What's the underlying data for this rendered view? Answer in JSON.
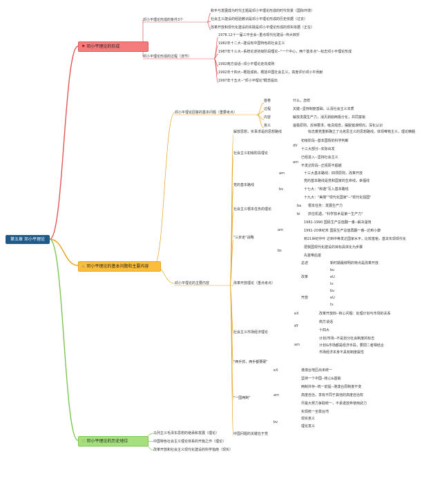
{
  "root": "第五章 邓小平理论",
  "branches": [
    {
      "title": "邓小平理论的形成",
      "icon": "flag-icon",
      "color": "#e05555",
      "items": [
        {
          "label": "邓小平理论形成的条件3个",
          "children": [
            "和平与发展成为时代主题是邓小平理论形成的时代背景（国际环境）",
            "社会主义建设的经验教训是邓小平理论形成的历史依据（过去）",
            "改革开放和现代化建设的实践是邓小平理论形成的现实依据（正在）"
          ]
        },
        {
          "label": "邓小平理论形成的过程（流节）",
          "children": [
            "1978.12十一届三中全会--重点现代化建设--伟大转折",
            "1982年十二大--建设有中国特色的社会主义",
            "1987年十三大--系统论述初级阶段理论--\"一个中心，两个基本点\"--标志邓小平理论形成",
            "1992南方谈话--邓小平理论走向成熟",
            "1992年十四大--概括成就，概括中国社会主义，高度评价邓小平贡献",
            "1997年十五大--\"邓小平理论\"概念提出"
          ]
        }
      ]
    },
    {
      "title": "邓小平理论的基本问题和主要内容",
      "icon": "fire-icon",
      "color": "#e5a21c",
      "items": [
        {
          "label": "邓小平理论回答的基本问题（重要考点）",
          "children": [
            {
              "k": "首卷",
              "v": "什么，怎样"
            },
            {
              "k": "过程",
              "v": "关键--坚持制度基础，认清社会主义本质"
            },
            {
              "k": "内容",
              "v": "解放发展生产力，消灭剥削两极分化，共同富裕"
            },
            {
              "k": "意义",
              "v": "邊极原则，反映要求，吸清观念，摆脱错误倾向，深化认识"
            }
          ]
        },
        {
          "label": "邓小平理论的主要内容",
          "children": [
            {
              "label": "解放思想，实事求是的思想路线",
              "notes": [
                "标志着党重新确立了马克思主义的思想路线，体现唯物主义，理论精髓"
              ]
            },
            {
              "label": "社会主义初级阶段理论",
              "groups": [
                {
                  "k": "dV",
                  "v": [
                    "初级阶段--基本国情的科学判断",
                    "十三大部分--实际出发"
                  ]
                },
                {
                  "k": "am",
                  "v": [
                    "已经进入--坚持社会主义",
                    "不发达阶段--正视而不超越"
                  ]
                }
              ]
            },
            {
              "label": "党的基本路线",
              "groups": [
                {
                  "k": "am",
                  "v": [
                    "十三大基本路线：四项原则，改革开放"
                  ]
                },
                {
                  "k": "bv",
                  "v": [
                    "党的基本路线是党和国家的生命线，幸福线",
                    "十七大：\"和谐\"写入基本路线",
                    "十九大：\"美丽\"\"现代化国家\"--\"现代化强国\""
                  ]
                }
              ]
            },
            {
              "label": "社会主义根本任务的理论",
              "groups": [
                {
                  "k": "ba",
                  "v": [
                    "根本任务：发展生产力"
                  ]
                },
                {
                  "k": "bi",
                  "v": [
                    "抓住机遇，\"科学技术是第一生产力\""
                  ]
                }
              ]
            },
            {
              "label": "\"三步走\"战略",
              "groups": [
                {
                  "k": "am",
                  "v": [
                    "1981-1990 国民生产总值翻一番--解决温饱",
                    "1991-20世纪末 国民生产总值再翻一番--达到小康",
                    "到21世纪中叶 达到中等发达国家水平，比较富裕，基本实现现代化"
                  ]
                },
                {
                  "k": "bs",
                  "v": [
                    "把我国现代化建设的目标具体化为步骤",
                    "先富带后富"
                  ]
                }
              ]
            },
            {
              "label": "改革开放理论（重点考点）",
              "groups": [
                {
                  "k": "总述",
                  "v": [
                    "新时期最鲜明的特点是改革开放"
                  ]
                },
                {
                  "k": "改革",
                  "v": [
                    "bu",
                    "eU",
                    "ts"
                  ]
                },
                {
                  "k": "开放",
                  "v": [
                    "bu",
                    "eU",
                    "ts"
                  ]
                }
              ]
            },
            {
              "label": "社会主义市场经济理论",
              "groups": [
                {
                  "k": "eX",
                  "v": [
                    "改革开放四--核心问题：处理计划与市场的关系"
                  ]
                },
                {
                  "k": "dY",
                  "v": [
                    "南方谈话",
                    "十四大"
                  ]
                },
                {
                  "k": "am",
                  "v": [
                    "计划/市场--不是划分社会制度的标志",
                    "计划&市场都是经济手段，要把二者相结合",
                    "市场经济本身不具有制度属性"
                  ]
                }
              ]
            },
            {
              "label": "\"两手抓，两手都要硬\"",
              "groups": []
            },
            {
              "label": "\"一国两制\"",
              "groups": [
                {
                  "k": "eX",
                  "v": [
                    "港澳台地区尚未统一"
                  ]
                },
                {
                  "k": "am",
                  "v": [
                    "坚持一个中国--核心&基础",
                    "两制并存--统一前提--港澳台原制度不变",
                    "高度自治，享有不同于其他的高度自治权",
                    "尽最大努力争取统一，不承诺放弃使用武力",
                    "实现统一全靠台湾"
                  ]
                },
                {
                  "k": "bv",
                  "v": [
                    "现实意义",
                    "理论意义"
                  ]
                }
              ]
            },
            {
              "label": "中国问题的关键在于党",
              "groups": []
            }
          ]
        }
      ]
    },
    {
      "title": "邓小平理论的历史地位",
      "icon": "heart-icon",
      "color": "#7cc450",
      "items": [
        {
          "label": "马列主义毛泽东思想的继承和发展（理论）"
        },
        {
          "label": "中国特色社会主义理论体系的开篇之作（理论）"
        },
        {
          "label": "改革开放和社会主义现代化建设的科学指南（现实）"
        }
      ]
    }
  ]
}
